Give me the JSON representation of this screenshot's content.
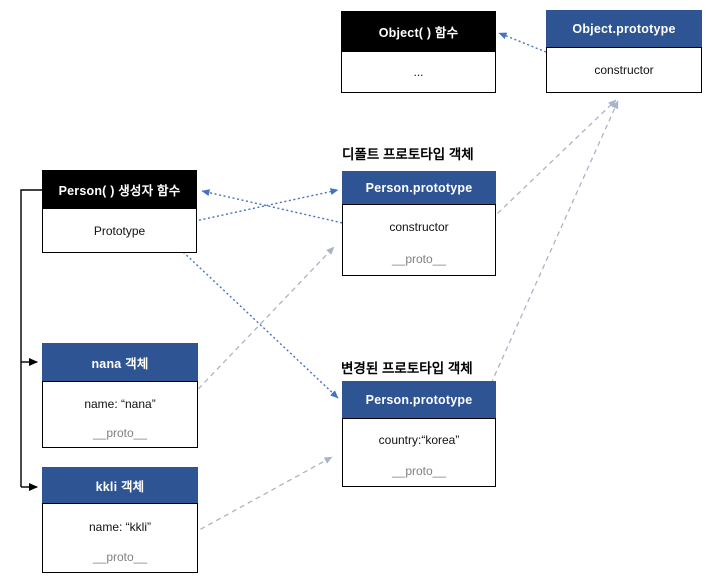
{
  "colors": {
    "header_blue": "#2e5493",
    "header_black": "#000000",
    "arrow_blue": "#4472c4",
    "arrow_gray": "#aab4c8",
    "proto_gray": "#808080"
  },
  "labels": {
    "default_proto": "디폴트 프로토타입 객체",
    "changed_proto": "변경된 프로토타입 객체"
  },
  "boxes": {
    "object_function": {
      "title": "Object( ) 함수",
      "line1": "..."
    },
    "object_prototype": {
      "title": "Object.prototype",
      "line1": "constructor"
    },
    "person_constructor": {
      "title": "Person( ) 생성자 함수",
      "line1": "Prototype"
    },
    "default_prototype": {
      "title": "Person.prototype",
      "line1": "constructor",
      "line2": "__proto__"
    },
    "changed_prototype": {
      "title": "Person.prototype",
      "line1": "country:“korea”",
      "line2": "__proto__"
    },
    "nana_object": {
      "title": "nana 객체",
      "line1": "name: “nana”",
      "line2": "__proto__"
    },
    "kkli_object": {
      "title": "kkli 객체",
      "line1": "name: “kkli”",
      "line2": "__proto__"
    }
  }
}
